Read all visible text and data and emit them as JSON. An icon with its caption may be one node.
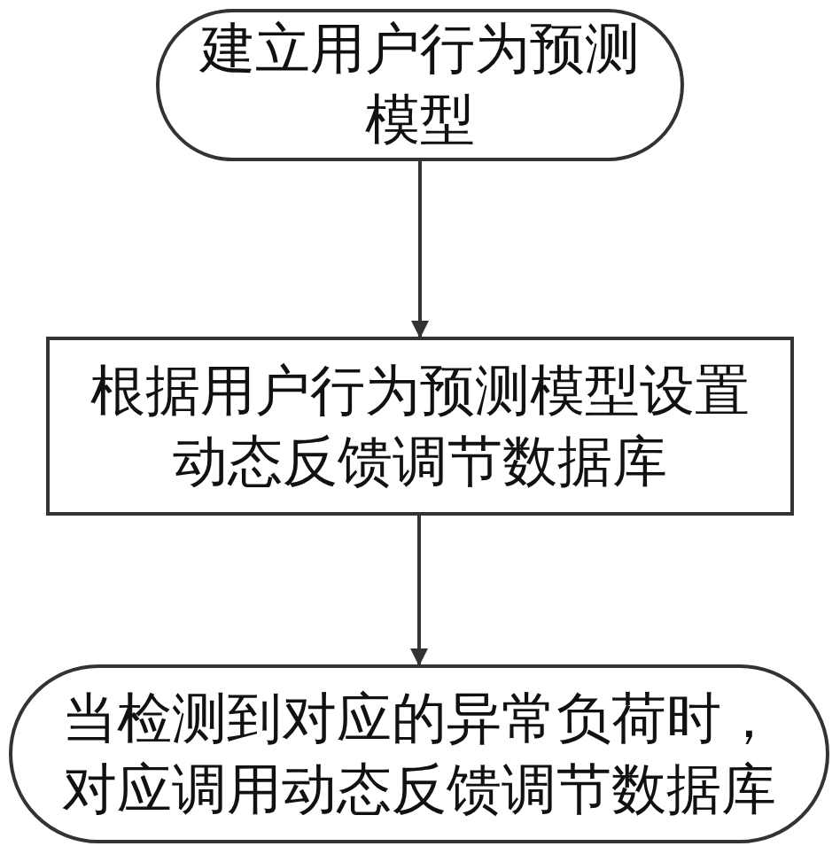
{
  "diagram": {
    "nodes": [
      {
        "text": [
          "建立用户行为预测模型"
        ]
      },
      {
        "text": [
          "根据用户行为预测模型设置动态反馈调节数据库"
        ]
      },
      {
        "text": [
          "当检测到对应的异常负荷时，对应调用动态反馈调节数据库"
        ]
      }
    ],
    "edges": [
      {
        "from": 0,
        "to": 1,
        "arrow": "to"
      },
      {
        "from": 1,
        "to": 2,
        "arrow": "to"
      }
    ]
  }
}
